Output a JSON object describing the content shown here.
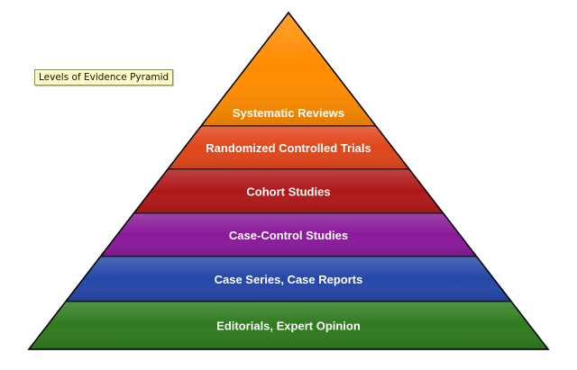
{
  "tooltip": {
    "text": "Levels of Evidence Pyramid"
  },
  "pyramid": {
    "tiers": [
      {
        "label": "Systematic Reviews",
        "color": "#ff8c00",
        "shade": "#f57a00"
      },
      {
        "label": "Randomized Controlled Trials",
        "color": "#e0461a",
        "shade": "#c83a12"
      },
      {
        "label": "Cohort Studies",
        "color": "#b01818",
        "shade": "#951010"
      },
      {
        "label": "Case-Control Studies",
        "color": "#8a1a9a",
        "shade": "#72137f"
      },
      {
        "label": "Case Series, Case Reports",
        "color": "#2447a8",
        "shade": "#1a3890"
      },
      {
        "label": "Editorials, Expert Opinion",
        "color": "#2f7a1e",
        "shade": "#246417"
      }
    ],
    "outline_color": "#000000"
  }
}
